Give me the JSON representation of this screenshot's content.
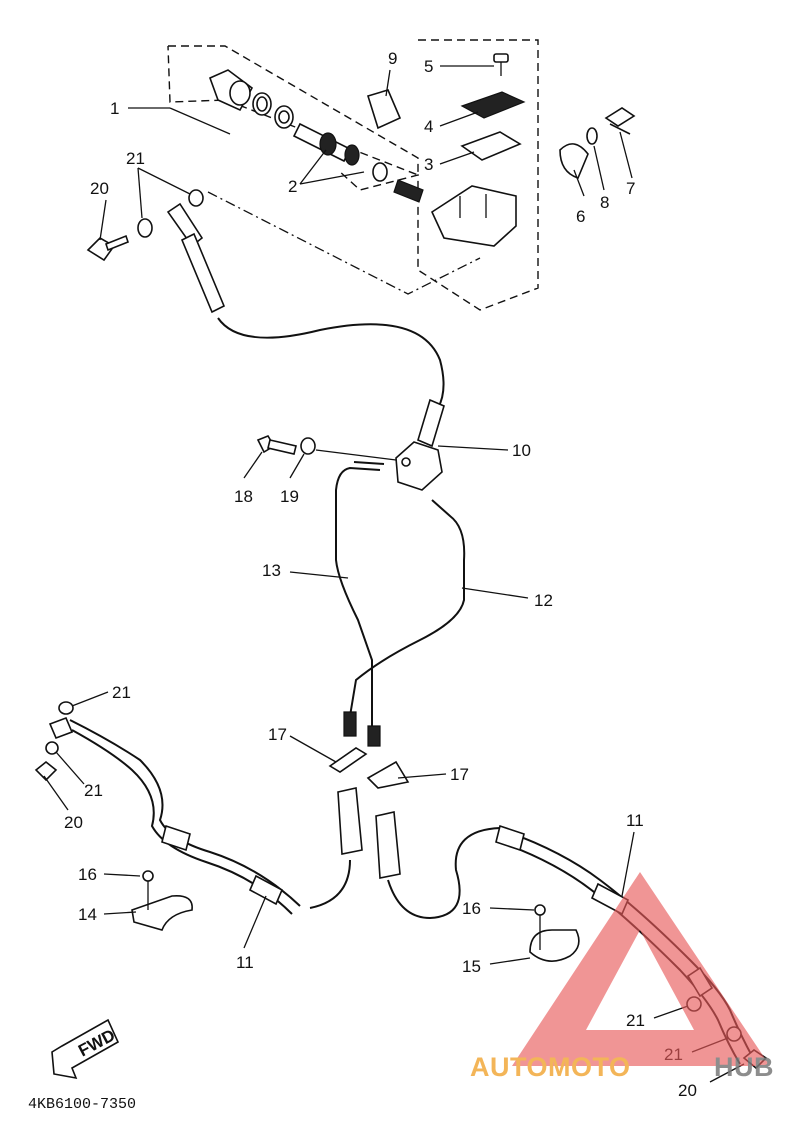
{
  "diagram": {
    "drawing_code": "4KB6100-7350",
    "fwd_label": "FWD",
    "callouts": {
      "c1": "1",
      "c2": "2",
      "c3": "3",
      "c4": "4",
      "c5": "5",
      "c6": "6",
      "c7": "7",
      "c8": "8",
      "c9": "9",
      "c10": "10",
      "c11a": "11",
      "c11b": "11",
      "c12": "12",
      "c13": "13",
      "c14": "14",
      "c15": "15",
      "c16a": "16",
      "c16b": "16",
      "c17a": "17",
      "c17b": "17",
      "c18": "18",
      "c19": "19",
      "c20a": "20",
      "c20b": "20",
      "c20c": "20",
      "c21a": "21",
      "c21b": "21",
      "c21c": "21",
      "c21d": "21",
      "c21e": "21"
    }
  },
  "watermark": {
    "text_a": "AUTOMOTO",
    "text_b": "HUB",
    "colors": {
      "triangle": "#e85a5a",
      "text_a": "#f2a93b",
      "text_b": "#7a7a7a"
    }
  }
}
